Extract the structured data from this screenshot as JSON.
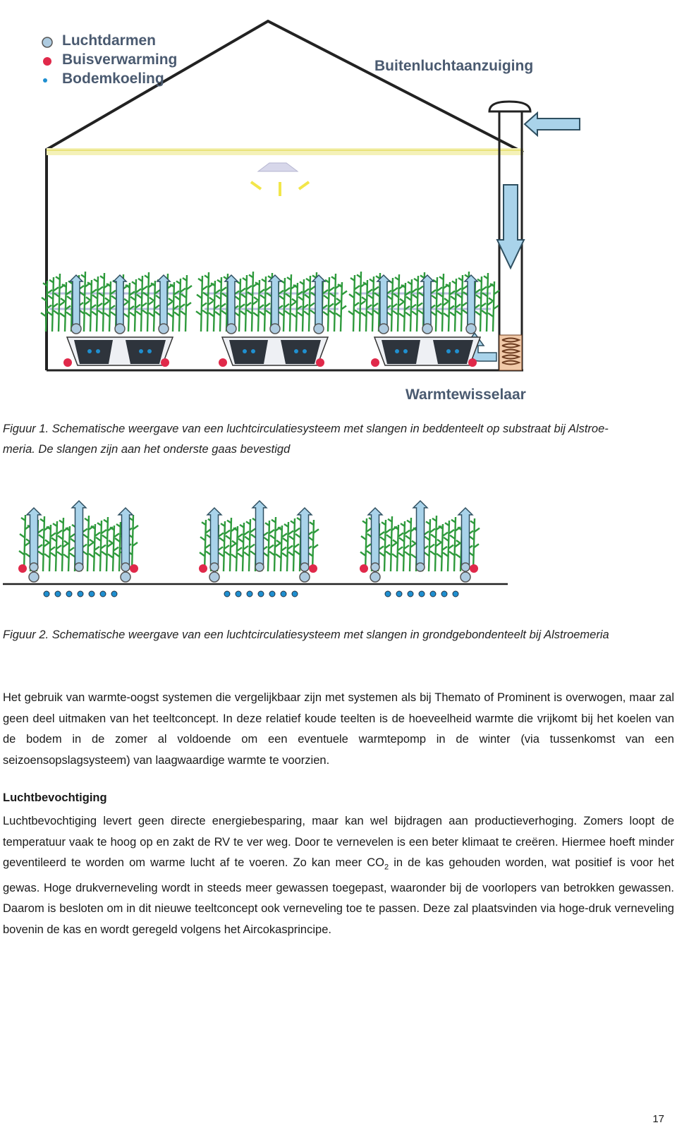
{
  "figure1": {
    "legend": {
      "items": [
        {
          "label": "Luchtdarmen",
          "color": "#aecbe0"
        },
        {
          "label": "Buisverwarming",
          "color": "#e0294a"
        },
        {
          "label": "Bodemkoeling",
          "color": "#1f8fd0"
        }
      ]
    },
    "label_intake": "Buitenluchtaanzuiging",
    "label_exchanger": "Warmtewisselaar",
    "caption_line1": "Figuur 1. Schematische weergave van een luchtcirculatiesysteem met slangen in beddenteelt op substraat bij Alstroe-",
    "caption_line2": "meria. De slangen zijn aan het onderste gaas bevestigd"
  },
  "figure2": {
    "caption": "Figuur 2. Schematische weergave van een luchtcirculatiesysteem met slangen in grondgebondenteelt bij Alstroemeria"
  },
  "paragraph1": "Het gebruik van warmte-oogst systemen die vergelijkbaar zijn met systemen als bij Themato of Prominent is overwogen, maar zal geen deel uitmaken van het teeltconcept. In deze relatief koude teelten is de hoeveelheid warmte die vrijkomt bij het koelen van de bodem in de zomer al voldoende om een eventuele warmtepomp in de winter (via tussenkomst van een seizoensopslagsysteem) van laagwaardige warmte te voorzien.",
  "section": {
    "heading": "Luchtbevochtiging",
    "text_before_co2": "Luchtbevochtiging levert geen directe energiebesparing, maar kan wel bijdragen aan productieverhoging. Zomers loopt de temperatuur vaak te hoog op en zakt de RV te ver weg. Door te vernevelen is een beter klimaat te creëren. Hiermee hoeft minder geventileerd te worden om warme lucht af te voeren. Zo kan meer ",
    "co2_base": "CO",
    "co2_sub": "2",
    "text_after_co2": " in de kas gehouden worden, wat positief is voor het gewas. Hoge drukverneveling wordt in steeds meer gewassen toegepast, waaronder bij de voorlopers van betrokken gewassen. Daarom is besloten om in dit nieuwe teeltconcept ook verneveling toe te passen. Deze zal plaatsvinden via hoge-druk verneveling bovenin de kas en wordt geregeld volgens het Aircokasprincipe."
  },
  "page_number": "17",
  "colors": {
    "plant": "#2e9a3c",
    "air_tube": "#aecbe0",
    "heating": "#e0294a",
    "floor_cooling": "#1f8fd0",
    "arrow_fill": "#a9d3ea",
    "arrow_stroke": "#2f4f60",
    "light": "#f2e64a"
  }
}
